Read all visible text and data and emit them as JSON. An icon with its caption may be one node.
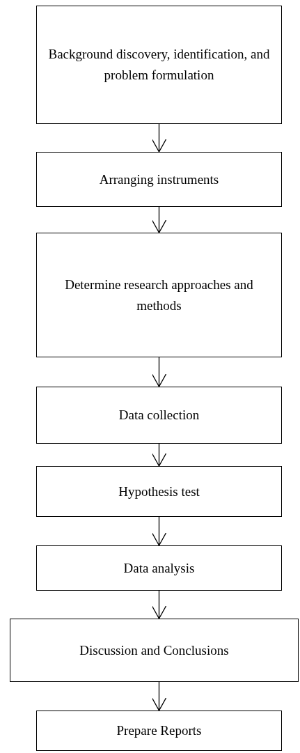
{
  "diagram": {
    "nodes": [
      {
        "text": [
          "Background discovery, identification, and problem formulation"
        ]
      },
      {
        "text": [
          "Arranging instruments"
        ]
      },
      {
        "text": [
          "Determine research approaches and methods"
        ]
      },
      {
        "text": [
          "Data collection"
        ]
      },
      {
        "text": [
          "Hypothesis test"
        ]
      },
      {
        "text": [
          "Data analysis"
        ]
      },
      {
        "text": [
          "Discussion and Conclusions"
        ]
      },
      {
        "text": [
          "Prepare Reports"
        ]
      }
    ],
    "edges": [
      {
        "from": 0,
        "to": 1,
        "arrow": "to"
      },
      {
        "from": 1,
        "to": 2,
        "arrow": "to"
      },
      {
        "from": 2,
        "to": 3,
        "arrow": "to"
      },
      {
        "from": 3,
        "to": 4,
        "arrow": "to"
      },
      {
        "from": 4,
        "to": 5,
        "arrow": "to"
      },
      {
        "from": 5,
        "to": 6,
        "arrow": "to"
      },
      {
        "from": 6,
        "to": 7,
        "arrow": "to"
      }
    ]
  }
}
